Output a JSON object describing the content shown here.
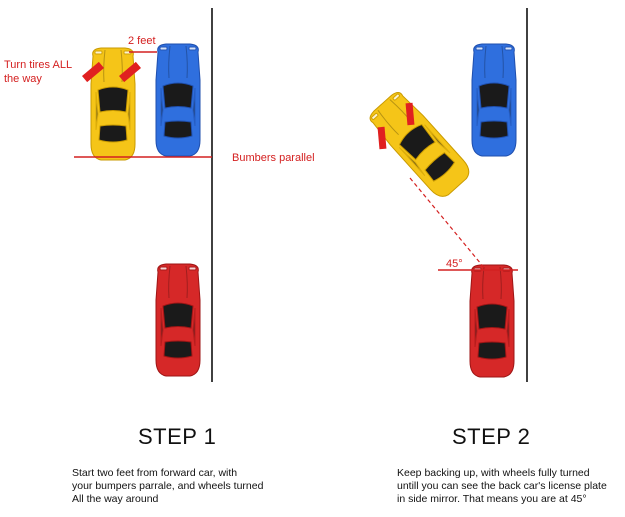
{
  "steps": [
    {
      "title": "STEP 1",
      "description": "Start two feet from forward car, with\nyour bumpers parrale, and wheels turned\nAll the way around",
      "labels": {
        "gap": "2 feet",
        "tires": "Turn tires ALL\nthe way",
        "bumpers": "Bumbers parallel"
      }
    },
    {
      "title": "STEP 2",
      "description": "Keep backing up, with wheels fully  turned\nuntill you can see the back car's license plate\nin side mirror. That means you are at 45°",
      "labels": {
        "angle": "45°"
      }
    }
  ],
  "colors": {
    "annotation": "#d42020",
    "yellow_car": "#f5c518",
    "blue_car": "#2f6fde",
    "red_car": "#d62828",
    "curb": "#111111"
  },
  "icons": [
    "yellow-car-icon",
    "blue-car-icon",
    "red-car-icon",
    "front-tire-marker-icon"
  ]
}
